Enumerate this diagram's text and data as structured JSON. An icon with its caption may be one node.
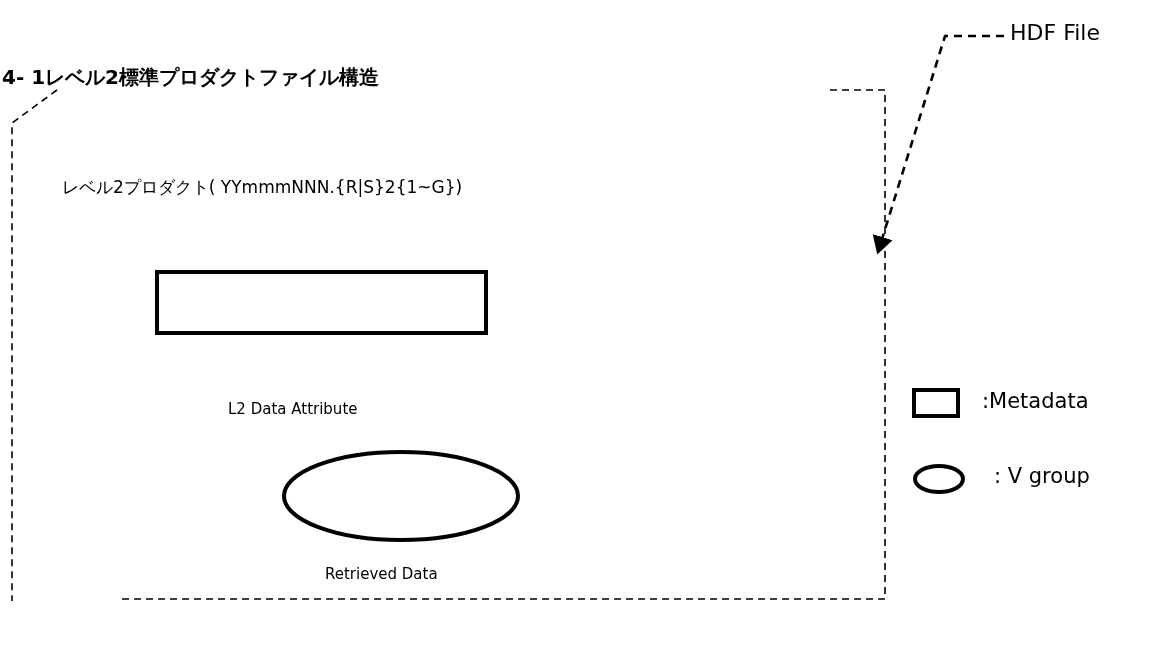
{
  "diagram": {
    "title": "4- 1レベル2標準プロダクトファイル構造",
    "nodes": [
      {
        "text": [
          "HDF File"
        ]
      },
      {
        "text": [
          "レベル2プロダクト( YYmmmNNN.{R|S}2{1~G})"
        ]
      },
      {
        "text": [],
        "shape": "box",
        "in": 1
      },
      {
        "text": [],
        "shape": "ellipse",
        "in": 1,
        "beside": [
          "Retrieved Data"
        ]
      }
    ],
    "edges": [
      {
        "from": 0,
        "to": 1,
        "arrow": "to",
        "style": "dashed"
      }
    ],
    "labels": [
      "L2 Data Attribute"
    ],
    "legend": [
      {
        "text": ":Metadata"
      },
      {
        "text": ": V group"
      }
    ]
  }
}
